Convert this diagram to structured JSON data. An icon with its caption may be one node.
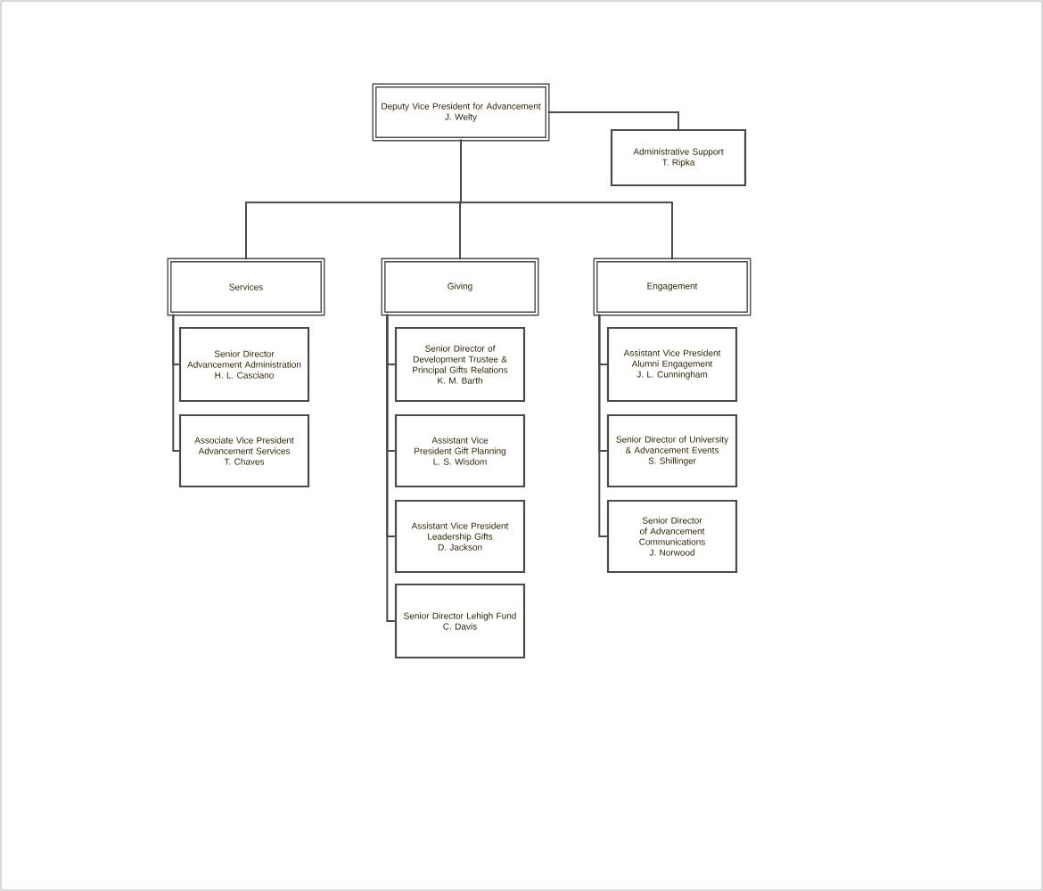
{
  "diagram": {
    "nodes": [
      {
        "text": [
          "Deputy Vice President for Advancement",
          "J. Welty"
        ]
      },
      {
        "text": [
          "Administrative Support",
          "T. Ripka"
        ]
      },
      {
        "text": [
          "Services"
        ]
      },
      {
        "text": [
          "Giving"
        ]
      },
      {
        "text": [
          "Engagement"
        ]
      },
      {
        "text": [
          "Senior Director Advancement Administration",
          "H. L. Casciano"
        ]
      },
      {
        "text": [
          "Associate Vice President Advancement Services",
          "T. Chaves"
        ]
      },
      {
        "text": [
          "Senior Director of Development Trustee & Principal Gifts Relations",
          "K. M. Barth"
        ]
      },
      {
        "text": [
          "Assistant Vice President Gift Planning",
          "L. S. Wisdom"
        ]
      },
      {
        "text": [
          "Assistant Vice President Leadership Gifts",
          "D. Jackson"
        ]
      },
      {
        "text": [
          "Senior Director Lehigh Fund",
          "C. Davis"
        ]
      },
      {
        "text": [
          "Assistant Vice President Alumni Engagement",
          "J. L. Cunningham"
        ]
      },
      {
        "text": [
          "Senior Director of University & Advancement Events",
          "S. Shillinger"
        ]
      },
      {
        "text": [
          "Senior Director of Advancement Communications",
          "J. Norwood"
        ]
      }
    ],
    "edges": [
      {
        "from": 0,
        "to": 1,
        "arrow": "none"
      },
      {
        "from": 0,
        "to": 2,
        "arrow": "none"
      },
      {
        "from": 0,
        "to": 3,
        "arrow": "none"
      },
      {
        "from": 0,
        "to": 4,
        "arrow": "none"
      },
      {
        "from": 2,
        "to": 5,
        "arrow": "none"
      },
      {
        "from": 2,
        "to": 6,
        "arrow": "none"
      },
      {
        "from": 3,
        "to": 7,
        "arrow": "none"
      },
      {
        "from": 3,
        "to": 8,
        "arrow": "none"
      },
      {
        "from": 3,
        "to": 9,
        "arrow": "none"
      },
      {
        "from": 3,
        "to": 10,
        "arrow": "none"
      },
      {
        "from": 4,
        "to": 11,
        "arrow": "none"
      },
      {
        "from": 4,
        "to": 12,
        "arrow": "none"
      },
      {
        "from": 4,
        "to": 13,
        "arrow": "none"
      }
    ]
  }
}
